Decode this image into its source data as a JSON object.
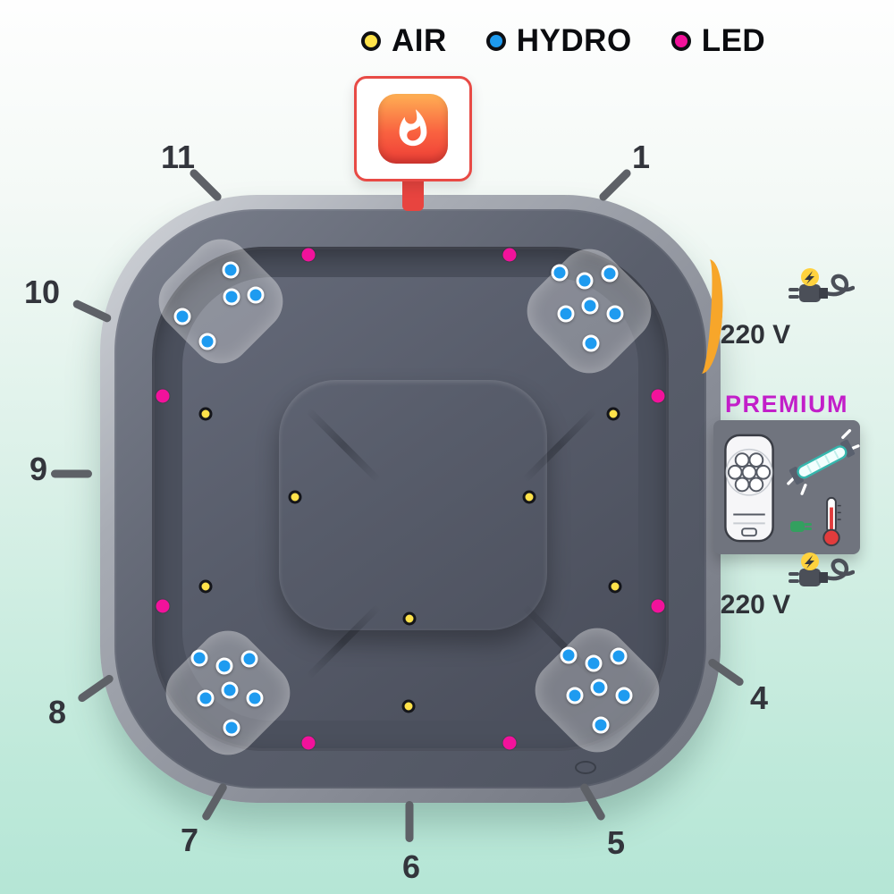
{
  "colors": {
    "air": "#FFE24A",
    "hydro": "#1E9BF0",
    "led": "#F2129B",
    "heater_red": "#E8443F",
    "panel_orange": "#F7A62A",
    "premium_magenta": "#C21FC9"
  },
  "legend": {
    "items": [
      {
        "id": "air",
        "label": "AIR"
      },
      {
        "id": "hydro",
        "label": "HYDRO"
      },
      {
        "id": "led",
        "label": "LED"
      }
    ]
  },
  "heater": {
    "icon": "flame-icon"
  },
  "clock": {
    "positions": [
      {
        "label": "1",
        "num": [
          717,
          176
        ],
        "tick": [
          688,
          207
        ],
        "angle": -45
      },
      {
        "label": "4",
        "num": [
          849,
          781
        ],
        "tick": [
          812,
          752
        ],
        "angle": 35
      },
      {
        "label": "5",
        "num": [
          689,
          943
        ],
        "tick": [
          663,
          897
        ],
        "angle": 60
      },
      {
        "label": "6",
        "num": [
          460,
          970
        ],
        "tick": [
          458,
          919
        ],
        "angle": 90
      },
      {
        "label": "7",
        "num": [
          212,
          940
        ],
        "tick": [
          240,
          897
        ],
        "angle": -60
      },
      {
        "label": "8",
        "num": [
          64,
          797
        ],
        "tick": [
          107,
          770
        ],
        "angle": -35
      },
      {
        "label": "9",
        "num": [
          43,
          525
        ],
        "tick": [
          80,
          530
        ],
        "angle": 0
      },
      {
        "label": "10",
        "num": [
          47,
          327
        ],
        "tick": [
          103,
          348
        ],
        "angle": 25
      },
      {
        "label": "11",
        "num": [
          199,
          176
        ],
        "tick": [
          230,
          207
        ],
        "angle": 45
      }
    ]
  },
  "jets": {
    "hydro": [
      [
        258,
        302
      ],
      [
        286,
        330
      ],
      [
        204,
        354
      ],
      [
        232,
        382
      ],
      [
        259,
        332
      ],
      [
        626,
        305
      ],
      [
        654,
        314
      ],
      [
        682,
        306
      ],
      [
        633,
        351
      ],
      [
        660,
        342
      ],
      [
        688,
        351
      ],
      [
        661,
        384
      ],
      [
        223,
        736
      ],
      [
        251,
        745
      ],
      [
        279,
        737
      ],
      [
        230,
        781
      ],
      [
        257,
        772
      ],
      [
        285,
        781
      ],
      [
        259,
        814
      ],
      [
        636,
        733
      ],
      [
        664,
        742
      ],
      [
        692,
        734
      ],
      [
        643,
        778
      ],
      [
        670,
        769
      ],
      [
        698,
        778
      ],
      [
        672,
        811
      ]
    ],
    "air": [
      [
        230,
        463
      ],
      [
        686,
        463
      ],
      [
        330,
        556
      ],
      [
        592,
        556
      ],
      [
        230,
        656
      ],
      [
        688,
        656
      ],
      [
        458,
        692
      ],
      [
        457,
        790
      ]
    ],
    "led": [
      [
        345,
        285
      ],
      [
        570,
        285
      ],
      [
        182,
        443
      ],
      [
        736,
        443
      ],
      [
        182,
        678
      ],
      [
        736,
        678
      ],
      [
        345,
        831
      ],
      [
        570,
        831
      ]
    ]
  },
  "power": {
    "voltage_top": "220 V",
    "voltage_bottom": "220 V",
    "plug_icon": "power-plug-icon"
  },
  "premium": {
    "label": "PREMIUM",
    "equipment_icons": [
      "filter-pump-icon",
      "uv-lamp-icon",
      "thermometer-icon",
      "power-connector-icon"
    ]
  }
}
